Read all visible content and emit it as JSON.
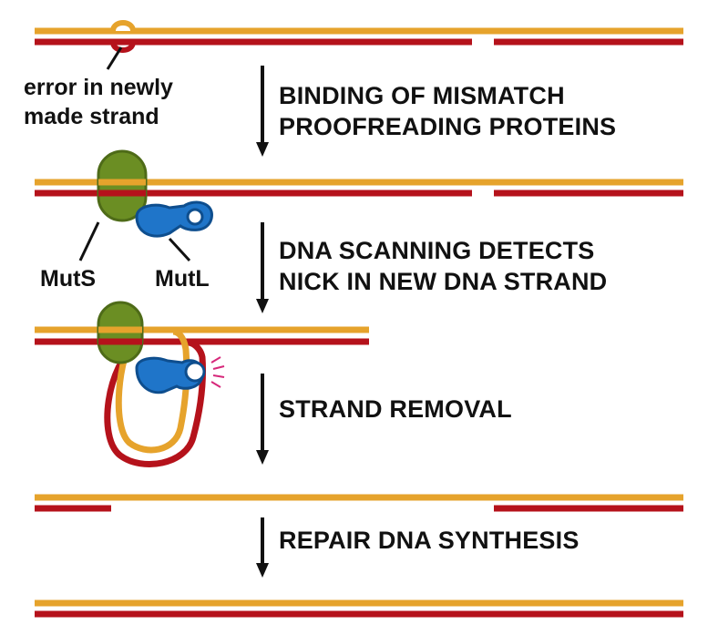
{
  "annotations": {
    "error_line1": "error in newly",
    "error_line2": "made strand",
    "muts": "MutS",
    "mutl": "MutL"
  },
  "steps": [
    {
      "line1": "BINDING OF MISMATCH",
      "line2": "PROOFREADING PROTEINS"
    },
    {
      "line1": "DNA SCANNING DETECTS",
      "line2": "NICK IN NEW DNA STRAND"
    },
    {
      "line1": "STRAND REMOVAL"
    },
    {
      "line1": "REPAIR DNA SYNTHESIS"
    }
  ],
  "colors": {
    "template_strand": "#E6A32C",
    "new_strand": "#B5121B",
    "muts_protein": "#6B8E23",
    "mutl_protein": "#1F75C9",
    "nick_mark": "#D6287A",
    "arrow": "#111111"
  }
}
